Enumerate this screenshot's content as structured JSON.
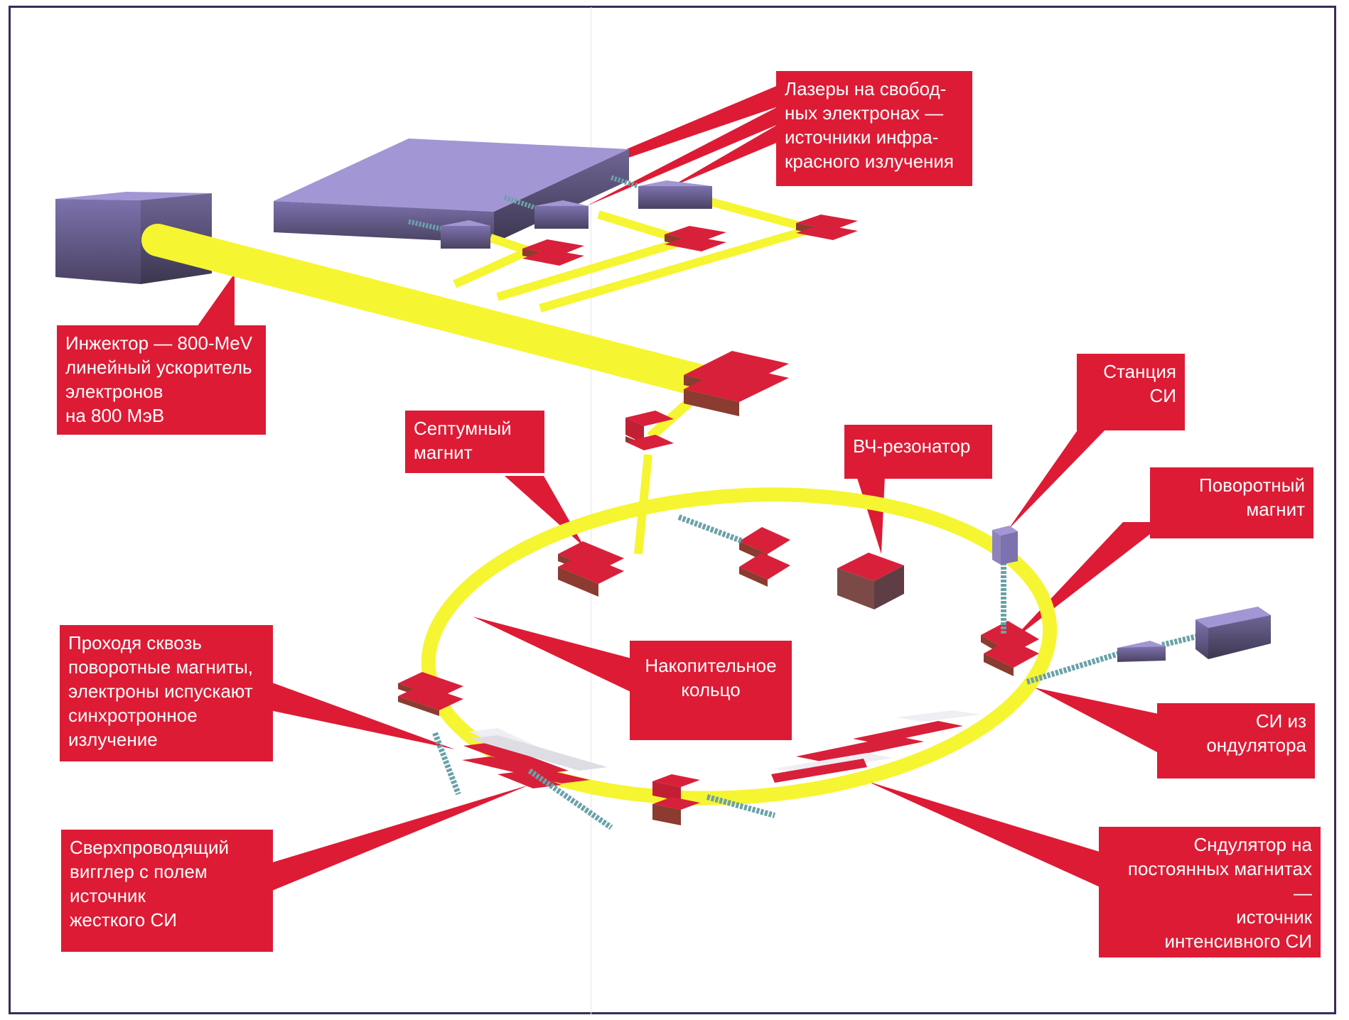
{
  "labels": {
    "fel": "Лазеры на свобод-\nных электронах —\nисточники инфра-\nкрасного излучения",
    "injector": "Инжектор — 800-MeV\nлинейный ускоритель\nэлектронов\n на 800 МэВ",
    "station": "Станция\nСИ",
    "septum": "Септумный\nмагнит",
    "rf": "ВЧ-резонатор",
    "bending": "Поворотный\nмагнит",
    "passing": "Проходя сквозь\nповоротные магниты,\nэлектроны испускают\nсинхротронное\nизлучение",
    "ring": "Накопительное\nкольцо",
    "undulator_si": "СИ из\nондулятора",
    "wiggler": "Сверхпроводящий\nвигглер с полем\n            источник\nжесткого СИ",
    "undulator": "Сндулятор на\nпостоянных магнитах —\nисточник\nинтенсивного СИ"
  },
  "colors": {
    "label_bg": "#dd1b35",
    "beam": "#f6f531",
    "magnet_red": "#d8203a",
    "block_purple": "#9a8fcb",
    "frame": "#3a2b5a"
  }
}
